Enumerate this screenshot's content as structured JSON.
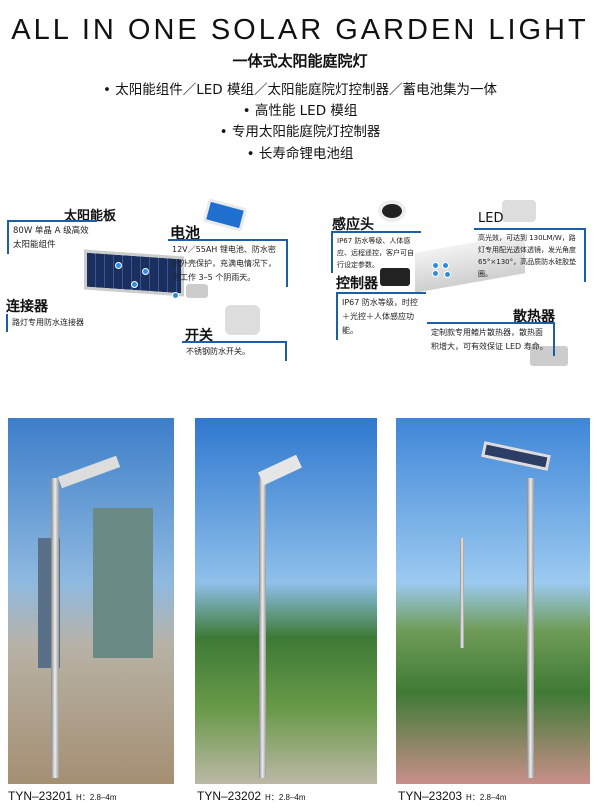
{
  "header": {
    "title": "ALL IN ONE SOLAR GARDEN LIGHT",
    "subtitle": "一体式太阳能庭院灯",
    "bullets": [
      "• 太阳能组件／LED 模组／太阳能庭院灯控制器／蓄电池集为一体",
      "• 高性能 LED 模组",
      "• 专用太阳能庭院灯控制器",
      "• 长寿命锂电池组"
    ]
  },
  "left_diagram": {
    "solar_panel": {
      "label": "太阳能板",
      "desc": "80W 单晶 A 级高效太阳能组件"
    },
    "battery": {
      "label": "电池",
      "desc": "12V／55AH 锂电池、防水密封外壳保护，充满电情况下，可工作 3–5 个阴雨天。"
    },
    "connector": {
      "label": "连接器",
      "desc": "路灯专用防水连接器"
    },
    "switch": {
      "label": "开关",
      "desc": "不锈钢防水开关。"
    }
  },
  "right_diagram": {
    "sensor": {
      "label": "感应头",
      "desc": "IP67 防水等级、人体感应、远程遥控，客户可自行设定参数。"
    },
    "led": {
      "label": "LED",
      "desc": "高光效，可达到 130LM/W，路灯专用配光透体透镜，发光角度 65°×130°，高品质防水硅胶垫圈。"
    },
    "controller": {
      "label": "控制器",
      "desc": "IP67 防水等级，时控＋光控＋人体感应功能。"
    },
    "heatsink": {
      "label": "散热器",
      "desc": "定制款专用鳍片散热器，散热面积增大，可有效保证 LED 寿命。"
    }
  },
  "products": [
    {
      "model": "TYN–23201",
      "height": "H：2.8–4m"
    },
    {
      "model": "TYN–23202",
      "height": "H：2.8–4m"
    },
    {
      "model": "TYN–23203",
      "height": "H：2.8–4m"
    }
  ],
  "colors": {
    "accent": "#1d5fa6"
  }
}
